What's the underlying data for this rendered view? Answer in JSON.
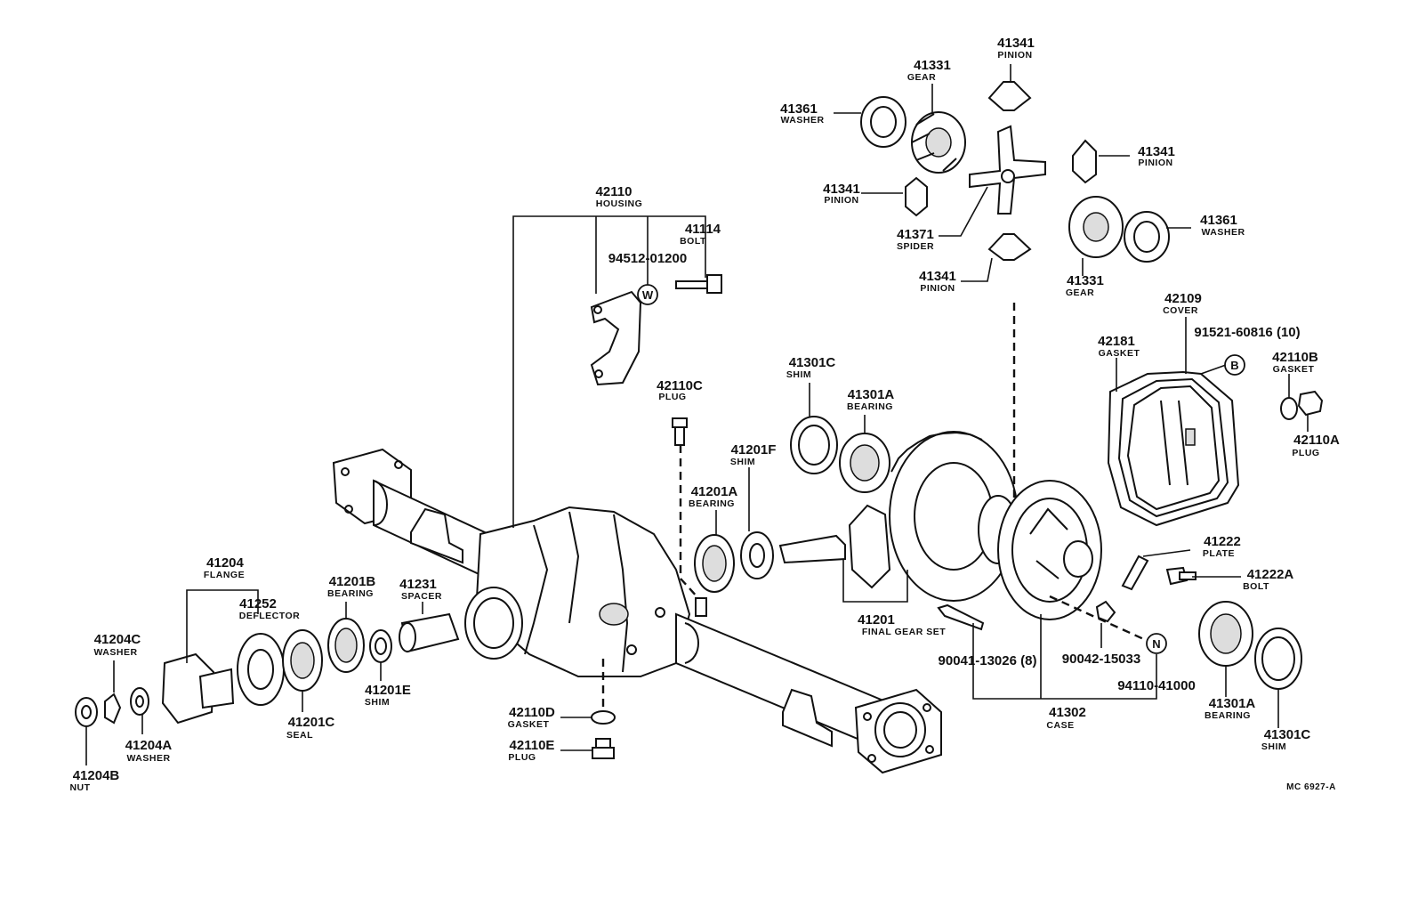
{
  "drawing_code": "MC 6927-A",
  "callouts": [
    {
      "id": "c42110",
      "part_no": "42110",
      "name": "HOUSING"
    },
    {
      "id": "c41114",
      "part_no": "41114",
      "name": "BOLT"
    },
    {
      "id": "c94512",
      "part_no": "94512-01200",
      "name": ""
    },
    {
      "id": "c42110C",
      "part_no": "42110C",
      "name": "PLUG"
    },
    {
      "id": "c41361a",
      "part_no": "41361",
      "name": "WASHER"
    },
    {
      "id": "c41331a",
      "part_no": "41331",
      "name": "GEAR"
    },
    {
      "id": "c41341a",
      "part_no": "41341",
      "name": "PINION"
    },
    {
      "id": "c41341b",
      "part_no": "41341",
      "name": "PINION"
    },
    {
      "id": "c41341c",
      "part_no": "41341",
      "name": "PINION"
    },
    {
      "id": "c41371",
      "part_no": "41371",
      "name": "SPIDER"
    },
    {
      "id": "c41341d",
      "part_no": "41341",
      "name": "PINION"
    },
    {
      "id": "c41361b",
      "part_no": "41361",
      "name": "WASHER"
    },
    {
      "id": "c41331b",
      "part_no": "41331",
      "name": "GEAR"
    },
    {
      "id": "c42109",
      "part_no": "42109",
      "name": "COVER"
    },
    {
      "id": "c91521",
      "part_no": "91521-60816 (10)",
      "name": ""
    },
    {
      "id": "c42181",
      "part_no": "42181",
      "name": "GASKET"
    },
    {
      "id": "c42110B",
      "part_no": "42110B",
      "name": "GASKET"
    },
    {
      "id": "c42110A",
      "part_no": "42110A",
      "name": "PLUG"
    },
    {
      "id": "c41301C_top",
      "part_no": "41301C",
      "name": "SHIM"
    },
    {
      "id": "c41301A_top",
      "part_no": "41301A",
      "name": "BEARING"
    },
    {
      "id": "c41201F",
      "part_no": "41201F",
      "name": "SHIM"
    },
    {
      "id": "c41201A",
      "part_no": "41201A",
      "name": "BEARING"
    },
    {
      "id": "c41222",
      "part_no": "41222",
      "name": "PLATE"
    },
    {
      "id": "c41222A",
      "part_no": "41222A",
      "name": "BOLT"
    },
    {
      "id": "c41201",
      "part_no": "41201",
      "name": "FINAL GEAR SET"
    },
    {
      "id": "c90041",
      "part_no": "90041-13026 (8)",
      "name": ""
    },
    {
      "id": "c90042",
      "part_no": "90042-15033",
      "name": ""
    },
    {
      "id": "c94110",
      "part_no": "94110-41000",
      "name": ""
    },
    {
      "id": "c41302",
      "part_no": "41302",
      "name": "CASE"
    },
    {
      "id": "c41301A_bot",
      "part_no": "41301A",
      "name": "BEARING"
    },
    {
      "id": "c41301C_bot",
      "part_no": "41301C",
      "name": "SHIM"
    },
    {
      "id": "c41204",
      "part_no": "41204",
      "name": "FLANGE"
    },
    {
      "id": "c41252",
      "part_no": "41252",
      "name": "DEFLECTOR"
    },
    {
      "id": "c41201B",
      "part_no": "41201B",
      "name": "BEARING"
    },
    {
      "id": "c41231",
      "part_no": "41231",
      "name": "SPACER"
    },
    {
      "id": "c41204C",
      "part_no": "41204C",
      "name": "WASHER"
    },
    {
      "id": "c41201E",
      "part_no": "41201E",
      "name": "SHIM"
    },
    {
      "id": "c41201C",
      "part_no": "41201C",
      "name": "SEAL"
    },
    {
      "id": "c41204A",
      "part_no": "41204A",
      "name": "WASHER"
    },
    {
      "id": "c41204B",
      "part_no": "41204B",
      "name": "NUT"
    },
    {
      "id": "c42110D",
      "part_no": "42110D",
      "name": "GASKET"
    },
    {
      "id": "c42110E",
      "part_no": "42110E",
      "name": "PLUG"
    }
  ],
  "symbols": [
    {
      "id": "symW",
      "letter": "W"
    },
    {
      "id": "symB",
      "letter": "B"
    },
    {
      "id": "symN",
      "letter": "N"
    }
  ]
}
